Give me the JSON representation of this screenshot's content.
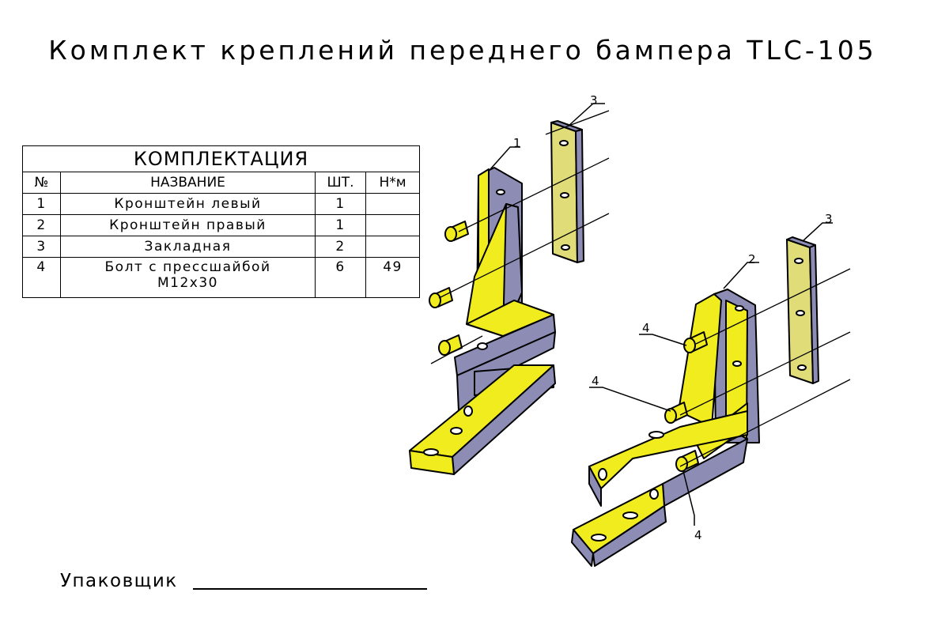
{
  "title": "Комплект креплений переднего бампера TLC-105",
  "table": {
    "heading": "КОМПЛЕКТАЦИЯ",
    "columns": [
      "№",
      "НАЗВАНИЕ",
      "ШТ.",
      "Н*м"
    ],
    "rows": [
      {
        "num": "1",
        "name": "Кронштейн левый",
        "qty": "1",
        "torque": ""
      },
      {
        "num": "2",
        "name": "Кронштейн правый",
        "qty": "1",
        "torque": ""
      },
      {
        "num": "3",
        "name": "Закладная",
        "qty": "2",
        "torque": ""
      },
      {
        "num": "4",
        "name_line1": "Болт с прессшайбой",
        "name_line2": "М12х30",
        "qty": "6",
        "torque": "49"
      }
    ]
  },
  "callouts": {
    "left_bracket": "1",
    "left_plate": "3",
    "right_bracket": "2",
    "right_plate": "3",
    "bolt_a": "4",
    "bolt_b": "4",
    "bolt_c": "4"
  },
  "footer": {
    "packer_label": "Упаковщик"
  },
  "colors": {
    "part_fill": "#f0ec1e",
    "shade_fill": "#8c8cb4",
    "plate_fill": "#e0dc78",
    "line": "#000000"
  }
}
